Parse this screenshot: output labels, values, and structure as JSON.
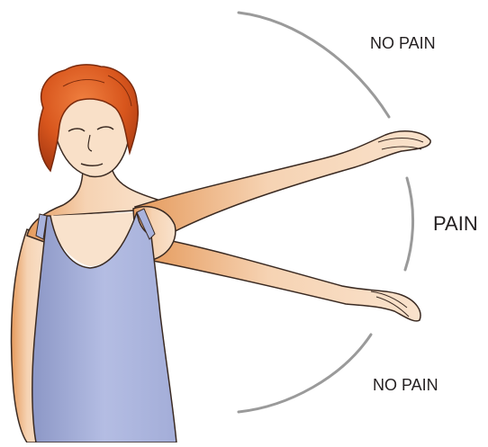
{
  "labels": {
    "upper": "NO PAIN",
    "middle": "PAIN",
    "lower": "NO PAIN"
  },
  "colors": {
    "skin": "#f6d3b3",
    "skin_shadow": "#e59a5c",
    "hair": "#d8561d",
    "hair_dark": "#a83a12",
    "top": "#a8b2dc",
    "top_shadow": "#8c97c6",
    "arc": "#9a9a9a",
    "outline": "#3a2a22"
  },
  "icons": {
    "figure": "woman-raising-arm-illustration",
    "arc": "range-of-motion-arc"
  }
}
